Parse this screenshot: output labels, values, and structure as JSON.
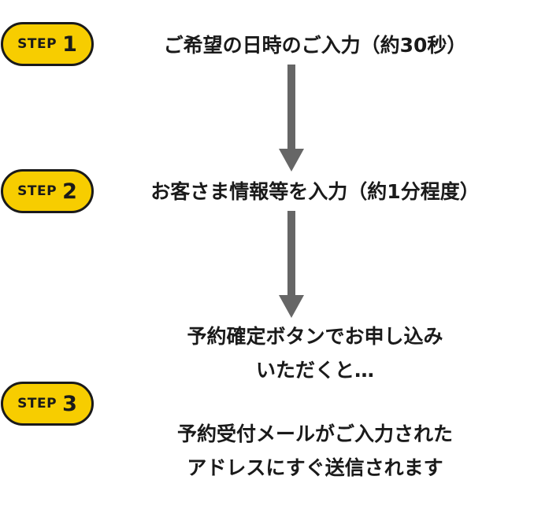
{
  "steps": [
    {
      "label": "STEP",
      "number": "1",
      "lines": [
        "ご希望の日時のご入力（約30秒）"
      ]
    },
    {
      "label": "STEP",
      "number": "2",
      "lines": [
        "お客さま情報等を入力（約1分程度）"
      ]
    },
    {
      "label": "STEP",
      "number": "3",
      "lines_before": [
        "予約確定ボタンでお申し込み",
        "いただくと…"
      ],
      "lines_after": [
        "予約受付メールがご入力された",
        "アドレスにすぐ送信されます"
      ]
    }
  ],
  "colors": {
    "badge_fill": "#f7cd00",
    "badge_border": "#1a1a1a",
    "arrow": "#666666",
    "text": "#1a1a1a"
  }
}
